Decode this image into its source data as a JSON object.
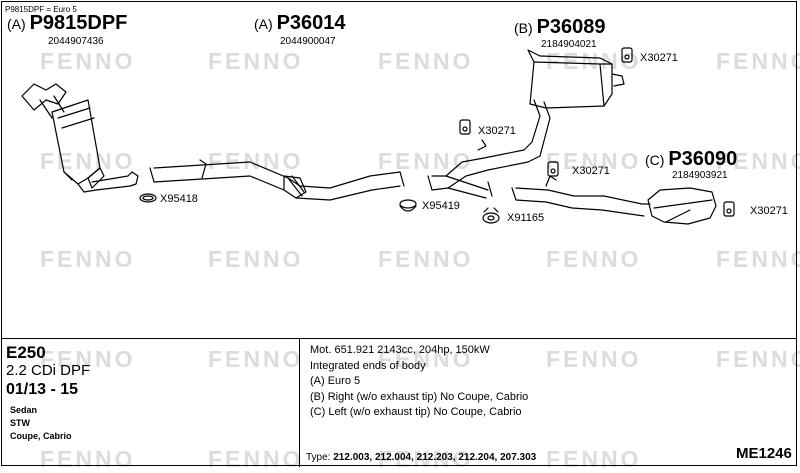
{
  "note": "P9815DPF = Euro 5",
  "watermark": "FENNO",
  "parts": [
    {
      "variant": "(A)",
      "code": "P9815DPF",
      "oe": "2044907436"
    },
    {
      "variant": "(A)",
      "code": "P36014",
      "oe": "2044900047"
    },
    {
      "variant": "(B)",
      "code": "P36089",
      "oe": "2184904021"
    },
    {
      "variant": "(C)",
      "code": "P36090",
      "oe": "2184903921"
    }
  ],
  "accessories": {
    "clamp_left": "X95418",
    "clamp_mid": "X95419",
    "gasket": "X91165",
    "mount_top": "X30271",
    "mount_mid": "X30271",
    "mount_lower": "X30271",
    "mount_right": "X30271"
  },
  "vehicle": {
    "model": "E250",
    "engine": "2.2 CDi DPF",
    "years": "01/13 - 15",
    "bodies": [
      "Sedan",
      "STW",
      "Coupe, Cabrio"
    ]
  },
  "description": [
    "Mot. 651.921 2143cc, 204hp, 150kW",
    "Integrated ends of body",
    "(A) Euro 5",
    "(B) Right (w/o exhaust tip) No Coupe, Cabrio",
    "(C) Left (w/o exhaust tip) No Coupe, Cabrio"
  ],
  "type_label": "Type:",
  "type_values": "212.003, 212.004, 212.203, 212.204, 207.303",
  "sheet_id": "ME1246"
}
